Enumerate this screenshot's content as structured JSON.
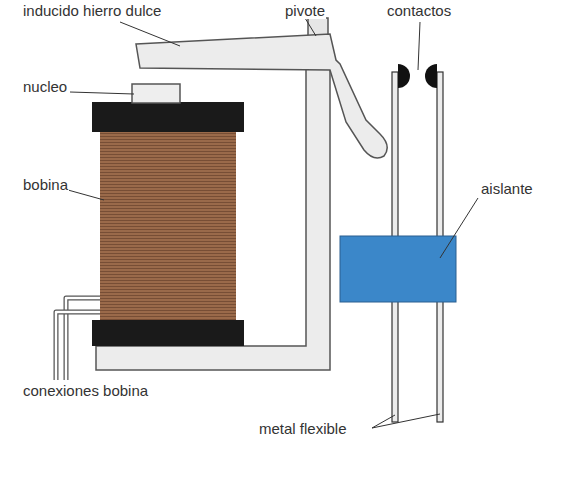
{
  "diagram": {
    "labels": [
      "inducido hierro dulce",
      "pivote",
      "contactos",
      "nucleo",
      "bobina",
      "aislante",
      "conexiones bobina",
      "metal flexible"
    ]
  }
}
